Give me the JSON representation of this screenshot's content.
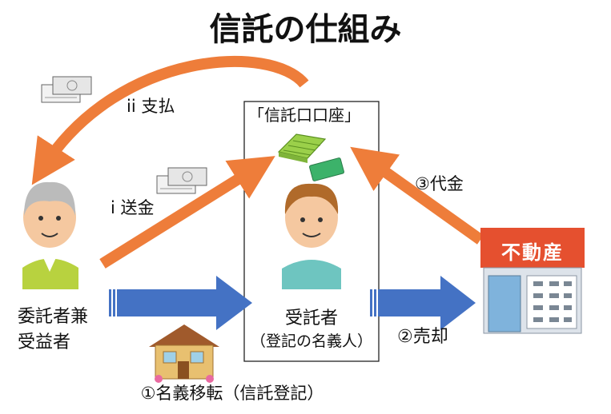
{
  "title": "信託の仕組み",
  "trust_account": {
    "label": "「信託口口座」"
  },
  "settlor": {
    "label_line1": "委託者兼",
    "label_line2": "受益者"
  },
  "trustee": {
    "label": "受託者",
    "sublabel": "（登記の名義人）"
  },
  "flows": {
    "payment": "ii 支払",
    "remittance": "i 送金",
    "proceeds": "③代金",
    "sale": "②売却",
    "title_transfer": "①名義移転（信託登記）"
  },
  "real_estate_office": {
    "sign": "不動産"
  },
  "colors": {
    "money_arrow": "#ee7d3a",
    "property_arrow": "#4472c4",
    "store_red": "#e5502f",
    "skin": "#f5c8a0",
    "settlor_shirt": "#b8d23f",
    "trustee_shirt": "#6ec5c0"
  }
}
